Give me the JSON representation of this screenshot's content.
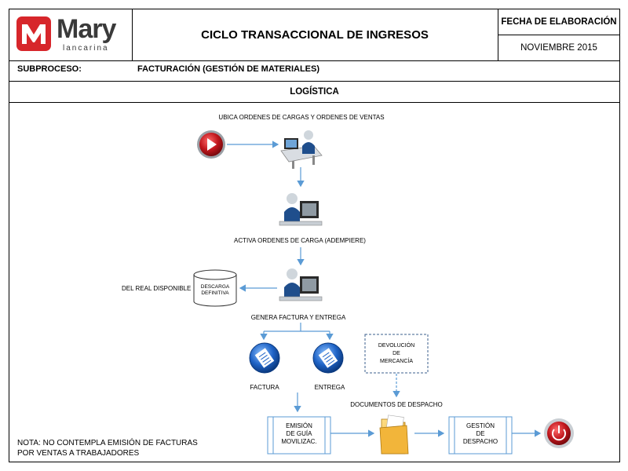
{
  "header": {
    "logo_text": "Mary",
    "logo_subtext": "lancarina",
    "title": "CICLO TRANSACCIONAL  DE INGRESOS",
    "date_label": "FECHA DE ELABORACIÓN",
    "date_value": "NOVIEMBRE 2015"
  },
  "subprocess": {
    "label": "SUBPROCESO:",
    "value": "FACTURACIÓN  (GESTIÓN DE MATERIALES)"
  },
  "section": {
    "title": "LOGÍSTICA"
  },
  "flow": {
    "step1_label": "UBICA ORDENES DE CARGAS Y ORDENES DE VENTAS",
    "step2_label": "ACTIVA ORDENES DE CARGA (ADEMPIERE)",
    "step3_label": "GENERA FACTURA Y ENTREGA",
    "db_label_line1": "DESCARGA",
    "db_label_line2": "DEFINITIVA",
    "db_side_label": "DEL REAL DISPONIBLE",
    "factura_label": "FACTURA",
    "entrega_label": "ENTREGA",
    "devolucion_line1": "DEVOLUCIÓN",
    "devolucion_line2": "DE",
    "devolucion_line3": "MERCANCÍA",
    "documentos_label": "DOCUMENTOS DE DESPACHO",
    "emision_line1": "EMISIÓN",
    "emision_line2": "DE GUÍA",
    "emision_line3": "MOVILIZAC.",
    "gestion_line1": "GESTIÓN",
    "gestion_line2": "DE",
    "gestion_line3": "DESPACHO"
  },
  "note": {
    "line1": "NOTA: NO CONTEMPLA EMISIÓN DE FACTURAS",
    "line2": "POR VENTAS A TRABAJADORES"
  },
  "colors": {
    "arrow": "#5b9bd5",
    "logo_red": "#d7262b",
    "start_red": "#c0161c",
    "icon_blue": "#1f63c6"
  }
}
